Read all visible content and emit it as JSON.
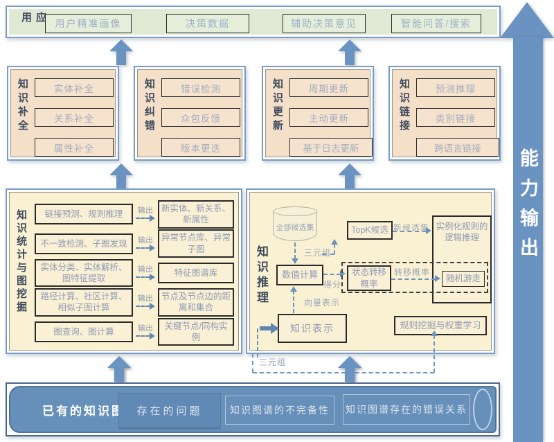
{
  "app_row": {
    "label": "应用",
    "items": [
      "用户精准画像",
      "决策数据",
      "辅助决策意见",
      "智能问答/搜索"
    ]
  },
  "capability": {
    "label": "能力输出",
    "color": "#6b93c1"
  },
  "groups": [
    {
      "label": "知识补全",
      "items": [
        "实体补全",
        "关系补全",
        "属性补全"
      ]
    },
    {
      "label": "知识纠错",
      "items": [
        "错误检测",
        "众包反馈",
        "版本更迭"
      ]
    },
    {
      "label": "知识更新",
      "items": [
        "周期更新",
        "主动更新",
        "基于日志更新"
      ]
    },
    {
      "label": "知识链接",
      "items": [
        "预测推理",
        "类别链接",
        "跨语言链接"
      ]
    }
  ],
  "mining": {
    "label": "知识统计与图挖掘",
    "output_label": "输出",
    "rows": [
      {
        "source": "链接预测、规则推理",
        "output": "新实体、新关系、新属性"
      },
      {
        "source": "不一致检测、子图发现",
        "output": "异常节点库、异常子图"
      },
      {
        "source": "实体分类、实体解析、图特征提取",
        "output": "特征图谱库"
      },
      {
        "source": "路径计算、社区计算、相似子图计算",
        "output": "节点及节点边的距离和集合"
      },
      {
        "source": "图查询、图计算",
        "output": "关键节点/同构实例"
      }
    ]
  },
  "reasoning": {
    "label": "知识推理",
    "candidate_db": "全部候选集",
    "triple_label": "三元组",
    "numeric_calc": "数值计算",
    "score_label": "得分",
    "vector_label": "向量表示",
    "knowledge_repr": "知识表示",
    "topk": "TopK候选",
    "new_candidate_label": "新候选集",
    "state_transfer": "状态转移概率",
    "transfer_prob_label": "转移概率",
    "random_walk": "随机游走",
    "rule_logic": "实例化规则的逻辑推理",
    "rule_mining": "规则挖掘与权重学习",
    "triple_bottom_label": "三元组"
  },
  "bottom": {
    "title": "已有的知识图谱",
    "problem": "存在的问题",
    "issues": [
      "知识图谱的不完备性",
      "知识图谱存在的错误关系"
    ]
  }
}
